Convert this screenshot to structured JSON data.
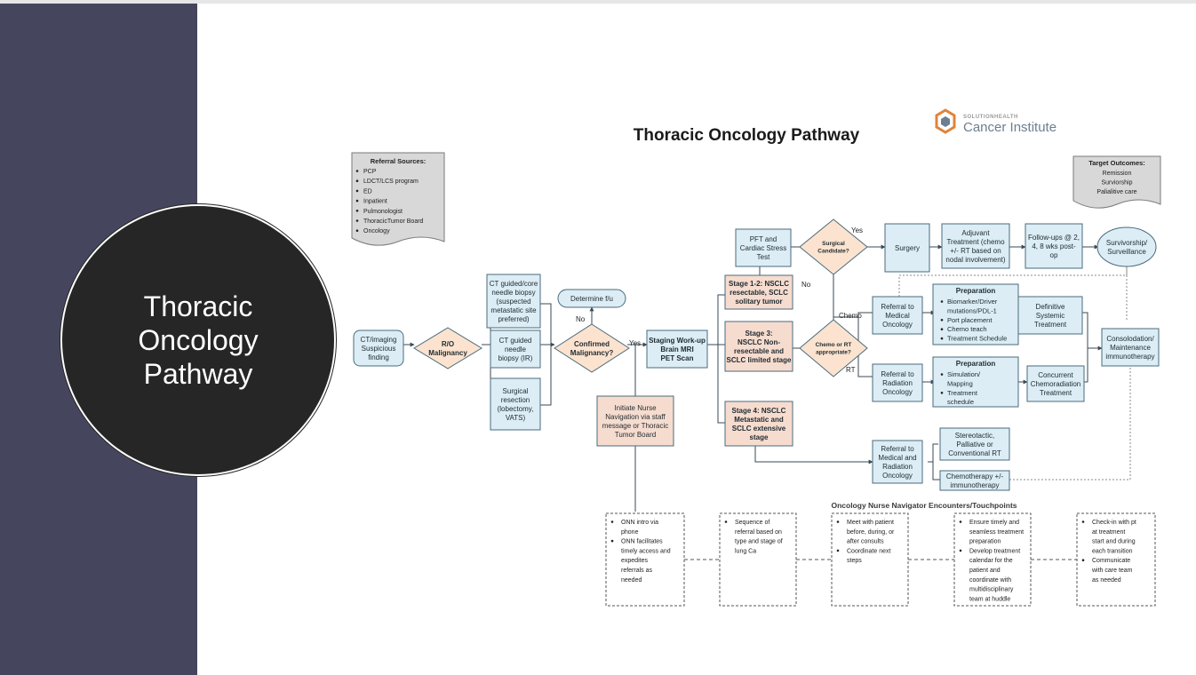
{
  "slide": {
    "title": "Thoracic Oncology Pathway"
  },
  "colors": {
    "sidebar": "#45465e",
    "circle": "#262626",
    "box_fill": "#dcedf5",
    "stage_fill": "#f6dccf",
    "diamond_fill": "#fbe3cf",
    "outline": "#4a6b7c"
  },
  "diagram": {
    "title": "Thoracic Oncology Pathway",
    "logo": {
      "brand_line": "SOLUTIONHEALTH",
      "name": "Cancer Institute"
    },
    "referral": {
      "title": "Referral Sources:",
      "items": [
        "PCP",
        "LDCT/LCS program",
        "ED",
        "Inpatient",
        "Pulmonologist",
        "ThoracicTumor Board",
        "Oncology"
      ]
    },
    "target": {
      "title": "Target Outcomes:",
      "lines": [
        "Remission",
        "Surviorship",
        "Palialitive care"
      ]
    },
    "nodes": {
      "ct_imaging": [
        "CT/imaging",
        "Suspicious",
        "finding"
      ],
      "ro_malignancy": [
        "R/O",
        "Malignancy"
      ],
      "ct_guided_core": [
        "CT guided/core",
        "needle biopsy",
        "(suspected",
        "metastatic site",
        "preferred)"
      ],
      "ct_guided_needle": [
        "CT guided",
        "needle",
        "biopsy (IR)"
      ],
      "surgical_resection": [
        "Surgical",
        "resection",
        "(lobectomy,",
        "VATS)"
      ],
      "determine_fu": [
        "Determine f/u"
      ],
      "confirmed_malignancy": [
        "Confirmed",
        "Malignancy?"
      ],
      "staging": [
        "Staging Work-up",
        "Brain MRI",
        "PET Scan"
      ],
      "initiate_nurse": [
        "Initiate Nurse",
        "Navigation via staff",
        "message or Thoracic",
        "Tumor Board"
      ],
      "stage12": [
        "Stage 1-2: NSCLC",
        "resectable, SCLC",
        "solitary tumor"
      ],
      "stage3": [
        "Stage 3:",
        "NSCLC Non-",
        "resectable and",
        "SCLC limited stage"
      ],
      "stage4": [
        "Stage 4: NSCLC",
        "Metastatic and",
        "SCLC extensive",
        "stage"
      ],
      "pft": [
        "PFT and",
        "Cardiac Stress",
        "Test"
      ],
      "surgical_candidate": [
        "Surgical",
        "Candidate?"
      ],
      "surgery": [
        "Surgery"
      ],
      "adjuvant": [
        "Adjuvant",
        "Treatment (chemo",
        "+/- RT based on",
        "nodal involvement)"
      ],
      "followups": [
        "Follow-ups @ 2,",
        "4, 8 wks post-",
        "op"
      ],
      "survivorship": [
        "Survivorship/",
        "Surveillance"
      ],
      "chemo_rt": [
        "Chemo or RT",
        "appropriate?"
      ],
      "ref_med": [
        "Referral to",
        "Medical",
        "Oncology"
      ],
      "ref_rad": [
        "Referral to",
        "Radiation",
        "Oncology"
      ],
      "prep1_title": "Preparation",
      "prep1_items": [
        "Biomarker/Driver",
        "mutations/PDL-1",
        "Port placement",
        "Chemo teach",
        "Treatment Schedule"
      ],
      "prep2_title": "Preparation",
      "prep2_items": [
        "Simulation/",
        "Mapping",
        "Treatment",
        "schedule"
      ],
      "definitive": [
        "Definitive",
        "Systemic",
        "Treatment"
      ],
      "concurrent": [
        "Concurrent",
        "Chemoradiation",
        "Treatment"
      ],
      "consolidation": [
        "Consolodation/",
        "Maintenance",
        "immunotherapy"
      ],
      "ref_med_rad": [
        "Referral to",
        "Medical and",
        "Radiation",
        "Oncology"
      ],
      "stereotactic": [
        "Stereotactic,",
        "Palliative or",
        "Conventional RT"
      ],
      "chemo_immuno": [
        "Chemotherapy +/-",
        "immunotherapy"
      ]
    },
    "edge_labels": {
      "yes1": "Yes",
      "no1": "No",
      "yes2": "Yes",
      "no2": "No",
      "chemo": "Chemo",
      "rt": "RT"
    },
    "touchpoints": {
      "title": "Oncology Nurse Navigator Encounters/Touchpoints",
      "boxes": [
        {
          "bullets": [
            [
              "ONN intro via",
              "phone"
            ],
            [
              "ONN facilitates",
              "timely access and",
              "expedites",
              "referrals as",
              "needed"
            ]
          ]
        },
        {
          "bullets": [
            [
              "Sequence of",
              "referral based on",
              "type and stage of",
              "lung Ca"
            ]
          ]
        },
        {
          "bullets": [
            [
              "Meet with patient",
              "before, during, or",
              "after consults"
            ],
            [
              "Coordinate next",
              "steps"
            ]
          ]
        },
        {
          "bullets": [
            [
              "Ensure timely and",
              "seamless treatment",
              "preparation"
            ],
            [
              "Develop treatment",
              "calendar for the",
              "patient and",
              "coordinate with",
              "multidisciplinary",
              "team at huddle"
            ]
          ]
        },
        {
          "bullets": [
            [
              "Check-in with pt",
              "at treatment",
              "start and during",
              "each transition"
            ],
            [
              "Communicate",
              "with care team",
              "as needed"
            ]
          ]
        }
      ]
    }
  }
}
